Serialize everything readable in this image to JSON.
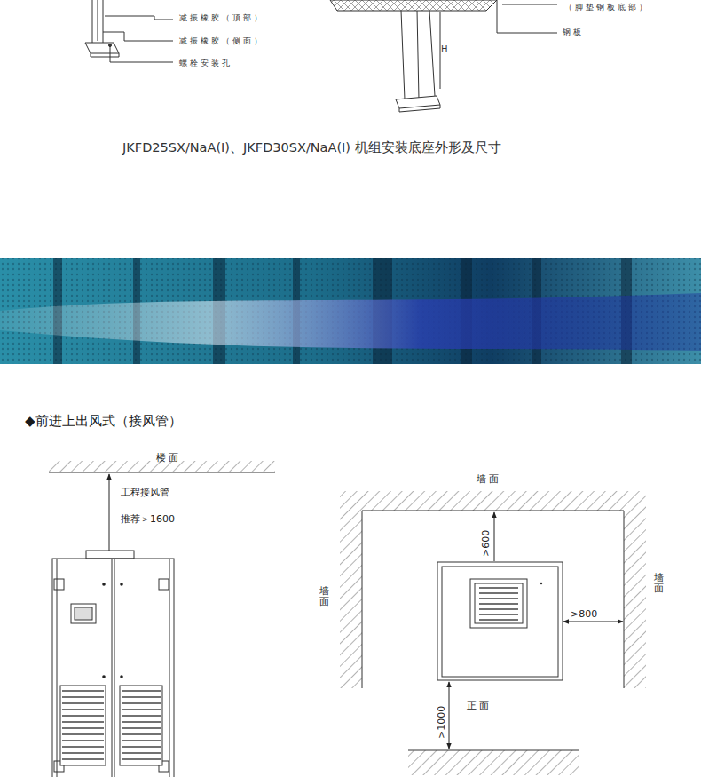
{
  "diagram": {
    "title": "◆前进上出风式（接风管）",
    "caption": "JKFD25SX/NaA(I)、JKFD30SX/NaA(I) 机组安装底座外形及尺寸",
    "labels": [
      "（脚垫钢板底部）",
      "减振橡胶（顶部）",
      "钢板",
      "减振橡胶（侧面）",
      "H",
      "螺栓安装孔",
      "楼 面",
      "工程接风管",
      "推荐＞1600",
      "墙 面",
      "墙面",
      "墙面",
      ">600",
      ">800",
      "正 面",
      ">1000"
    ]
  }
}
